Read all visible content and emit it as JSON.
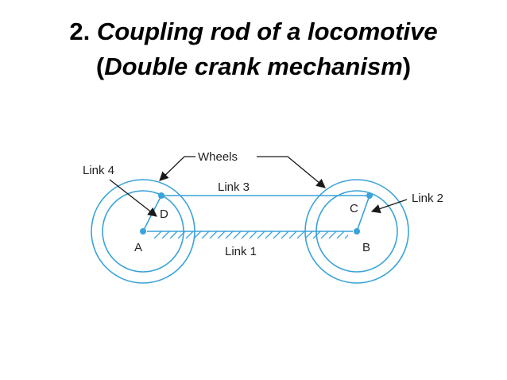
{
  "title": {
    "number": "2. ",
    "line1_italic": "Coupling rod of a locomotive",
    "open_paren": "(",
    "line2_italic": "Double crank mechanism",
    "close_paren": ")"
  },
  "diagram": {
    "labels": {
      "wheels": "Wheels",
      "link4": "Link 4",
      "link3": "Link 3",
      "link2": "Link 2",
      "link1": "Link 1",
      "A": "A",
      "B": "B",
      "C": "C",
      "D": "D"
    },
    "colors": {
      "link_blue": "#3aa3d9",
      "arrow_black": "#1a1a1a",
      "label_text": "#222222"
    }
  }
}
